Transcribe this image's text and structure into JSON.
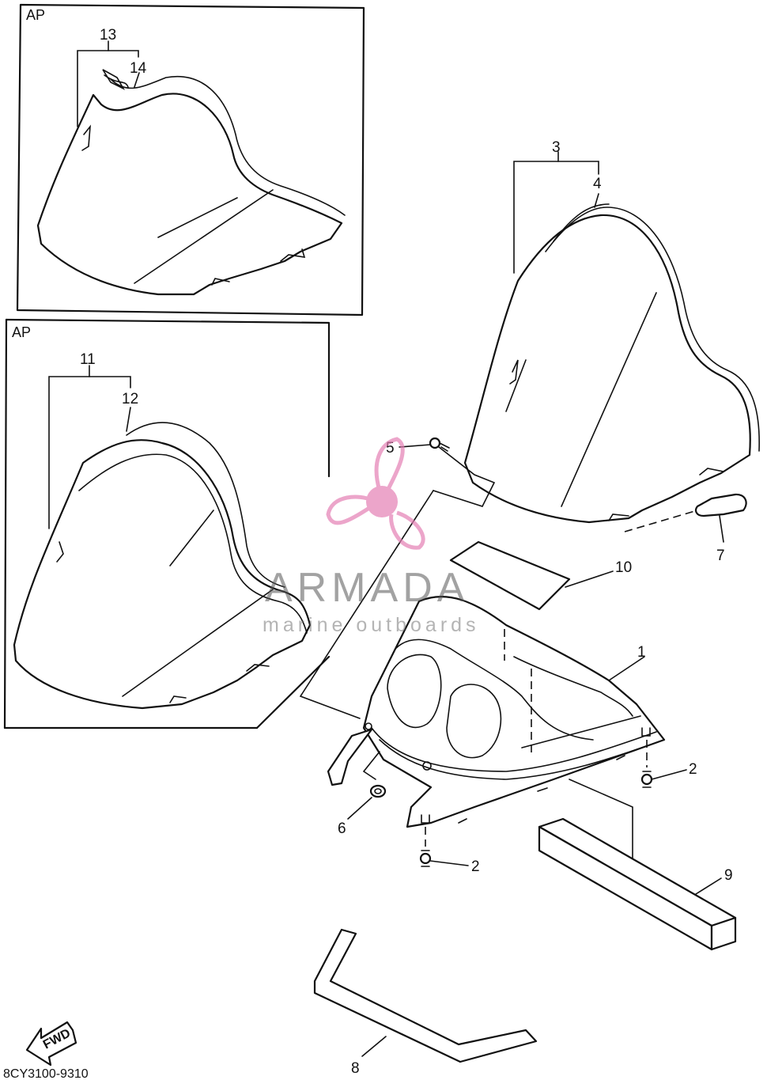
{
  "insets": [
    {
      "tag": "AP"
    },
    {
      "tag": "AP"
    }
  ],
  "callouts": {
    "c1": "1",
    "c2a": "2",
    "c2b": "2",
    "c3": "3",
    "c4": "4",
    "c5": "5",
    "c6": "6",
    "c7": "7",
    "c8": "8",
    "c9": "9",
    "c10": "10",
    "c11": "11",
    "c12": "12",
    "c13": "13",
    "c14": "14"
  },
  "fwd_label": "FWD",
  "diagram_code": "8CY3100-9310",
  "watermark": {
    "brand": "ARMADA",
    "tagline": "marine outboards",
    "color": "#e47fb4"
  }
}
